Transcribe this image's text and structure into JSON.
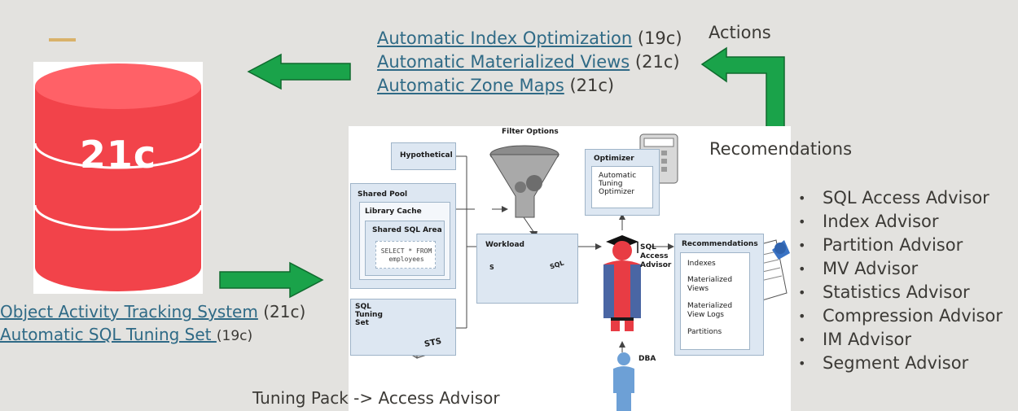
{
  "db": {
    "label": "21c"
  },
  "top_links": [
    {
      "text": "Automatic Index Optimization",
      "suffix": " (19c)"
    },
    {
      "text": "Automatic Materialized Views",
      "suffix": " (21c)"
    },
    {
      "text": "Automatic Zone Maps",
      "suffix": " (21c)"
    }
  ],
  "actions_label": "Actions",
  "recommendations_label": "Recomendations",
  "left_links": [
    {
      "text": "Object Activity Tracking System",
      "suffix": " (21c)"
    },
    {
      "text": "Automatic SQL Tuning Set ",
      "suffix": "(19c)"
    }
  ],
  "tuning_label": "Tuning Pack -> Access Advisor",
  "advisors": [
    "SQL Access Advisor",
    "Index Advisor",
    "Partition Advisor",
    "MV Advisor",
    "Statistics Advisor",
    "Compression Advisor",
    "IM Advisor",
    "Segment Advisor"
  ],
  "diagram": {
    "hypothetical": "Hypothetical",
    "filter_options": "Filter Options",
    "optimizer": "Optimizer",
    "automatic_tuning_optimizer": [
      "Automatic",
      "Tuning",
      "Optimizer"
    ],
    "shared_pool": "Shared Pool",
    "library_cache": "Library Cache",
    "shared_sql_area": "Shared SQL Area",
    "sql_code": [
      "SELECT * FROM",
      "employees"
    ],
    "workload": "Workload",
    "sql_tuning_set": [
      "SQL",
      "Tuning",
      "Set"
    ],
    "sts": "STS",
    "sql_access_advisor": [
      "SQL",
      "Access",
      "Advisor"
    ],
    "dba": "DBA",
    "recommendations_title": "Recommendations",
    "recommendation_items": [
      "Indexes",
      "Materialized Views",
      "Materialized View Logs",
      "Partitions"
    ],
    "sql_sheet": "SQL",
    "sheet_letter": "S"
  },
  "colors": {
    "arrow_green": "#1aa34a",
    "db_red": "#f2434a",
    "link": "#2f6a86",
    "accent": "#d9b26a"
  }
}
